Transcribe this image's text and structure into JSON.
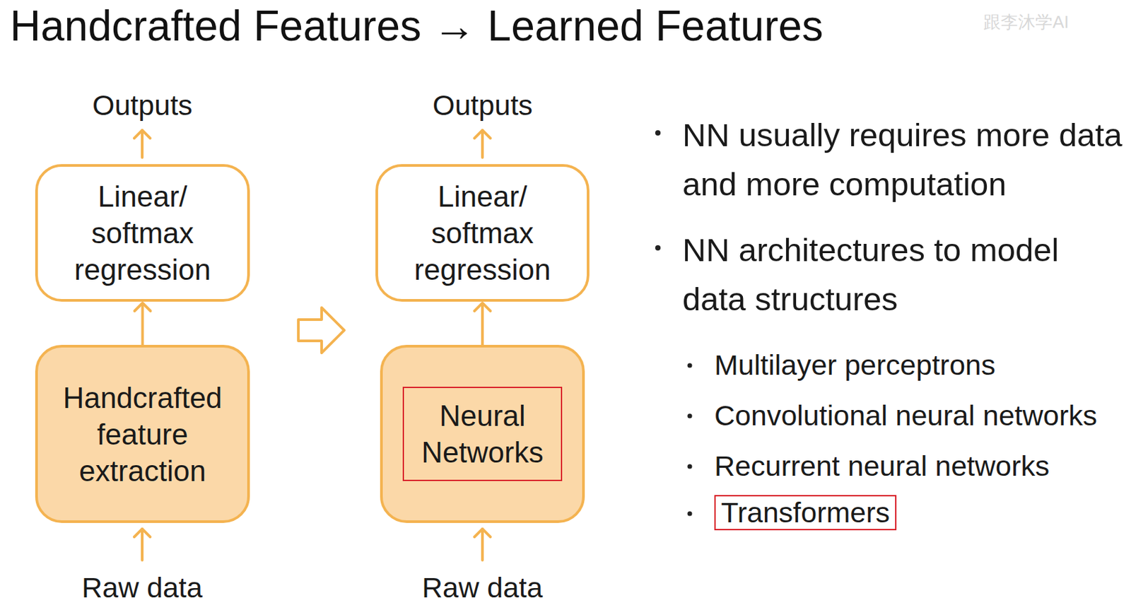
{
  "diagram": {
    "title": "Handcrafted Features → Learned Features",
    "nodes": [
      {
        "text": [
          "Linear/ softmax regression"
        ]
      },
      {
        "text": [
          "Handcrafted feature extraction"
        ]
      },
      {
        "text": [
          "Linear/ softmax regression"
        ]
      },
      {
        "text": [
          "Neural Networks"
        ]
      }
    ],
    "edges": [
      {
        "from": 1,
        "to": 0,
        "arrow": "to"
      },
      {
        "from": 3,
        "to": 2,
        "arrow": "to"
      }
    ],
    "labels": [
      "Outputs",
      "Outputs",
      "Raw data",
      "Raw data",
      "NN usually requires more data and more computation",
      "NN architectures to model data structures",
      "Multilayer perceptrons",
      "Convolutional neural networks",
      "Recurrent neural networks",
      "Transformers",
      "跟李沐学AI"
    ]
  }
}
